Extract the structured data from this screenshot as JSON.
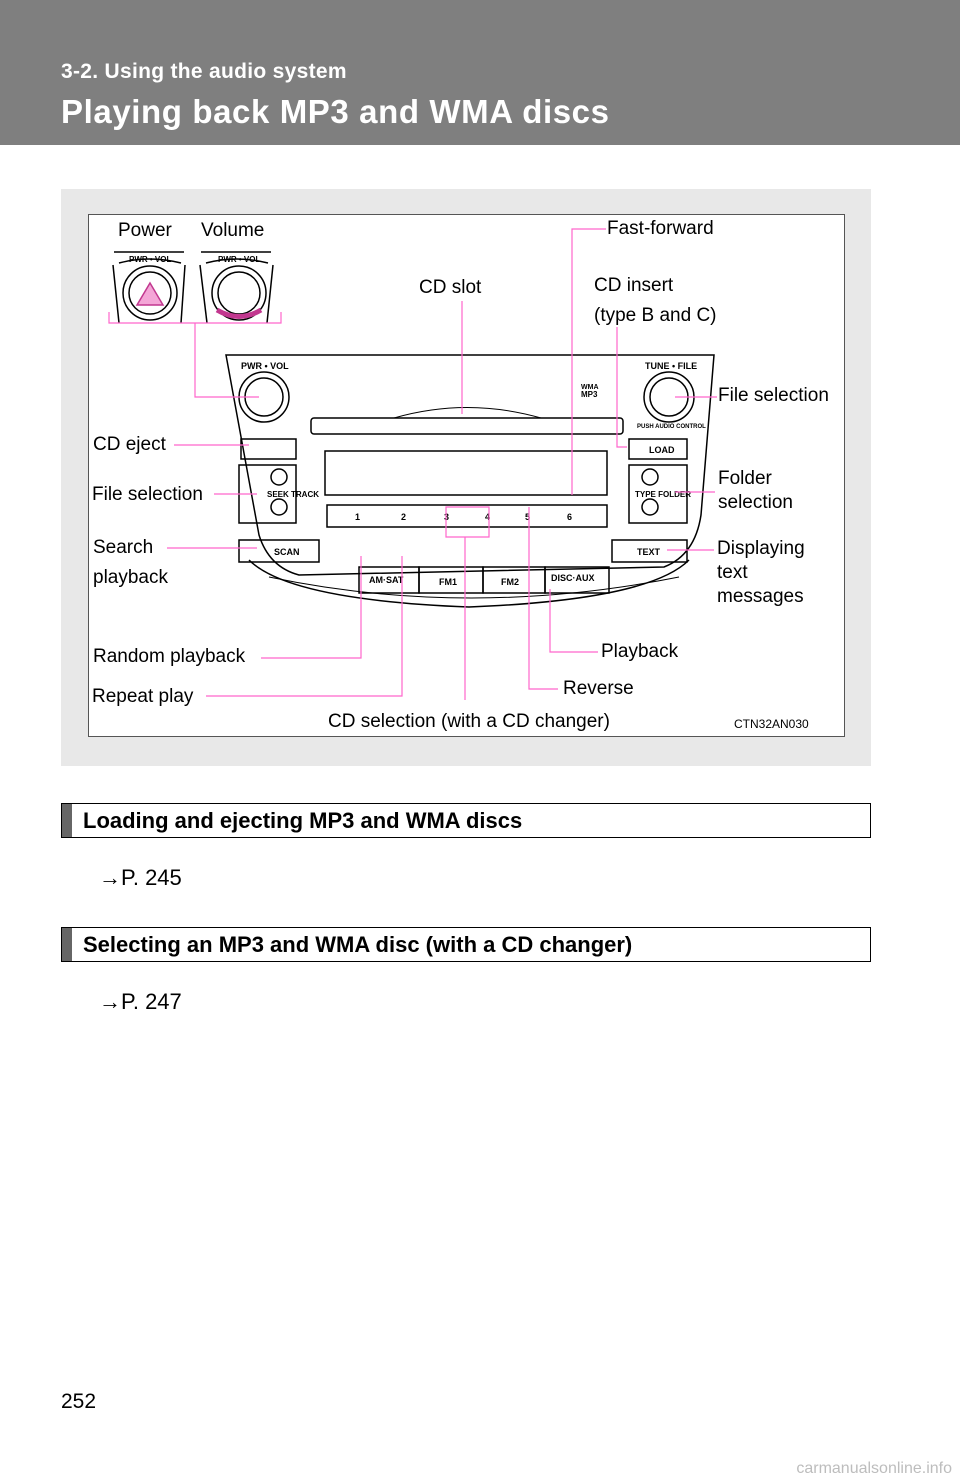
{
  "header": {
    "section": "3-2. Using the audio system",
    "title": "Playing back MP3 and WMA discs"
  },
  "figure": {
    "labels": {
      "power": "Power",
      "volume": "Volume",
      "fast_forward": "Fast-forward",
      "cd_slot": "CD slot",
      "cd_insert": "CD insert",
      "cd_insert_note": "(type B and C)",
      "file_selection_right": "File selection",
      "cd_eject": "CD eject",
      "file_selection_left": "File selection",
      "folder_selection": "Folder selection",
      "search_playback_line1": "Search",
      "search_playback_line2": "playback",
      "displaying_text": "Displaying text messages",
      "random_playback": "Random playback",
      "playback": "Playback",
      "reverse": "Reverse",
      "repeat_play": "Repeat play",
      "cd_selection": "CD selection (with a CD changer)"
    },
    "unit_text": {
      "pwr_vol": "PWR • VOL",
      "tune_file": "TUNE • FILE",
      "push_audio_control": "PUSH AUDIO CONTROL",
      "load": "LOAD",
      "seek_track": "SEEK TRACK",
      "type_folder": "TYPE FOLDER",
      "scan": "SCAN",
      "text": "TEXT",
      "am_sat": "AM·SAT",
      "fm1": "FM1",
      "fm2": "FM2",
      "disc_aux": "DISC·AUX",
      "wma": "WMA",
      "mp3": "MP3",
      "presets": [
        "1",
        "2",
        "3",
        "4",
        "5",
        "6"
      ]
    },
    "image_code": "CTN32AN030"
  },
  "sections": [
    {
      "heading": "Loading and ejecting MP3 and WMA discs",
      "reference": "→P. 245"
    },
    {
      "heading": "Selecting an MP3 and WMA disc (with a CD changer)",
      "reference": "→P. 247"
    }
  ],
  "page_number": "252",
  "watermark": "carmanualsonline.info",
  "colors": {
    "header_bg": "#7f7f7f",
    "callout_line": "#ff66cc",
    "figure_bg": "#e8e8e8"
  }
}
